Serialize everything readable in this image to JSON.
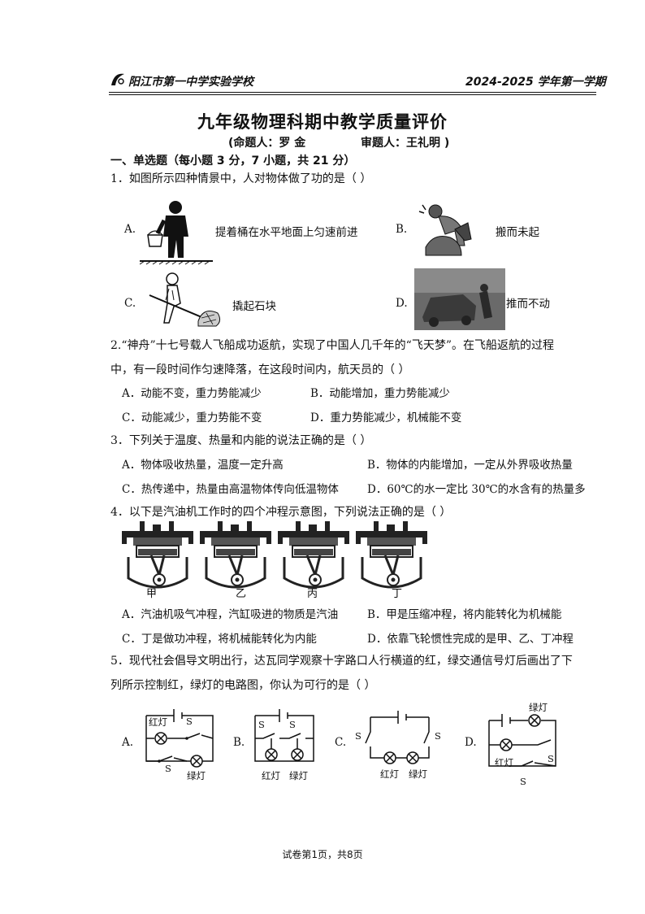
{
  "header": {
    "school": "阳江市第一中学实验学校",
    "term": "2024-2025 学年第一学期"
  },
  "title": "九年级物理科期中教学质量评价",
  "authors": {
    "setter": "(命题人：罗 金",
    "reviewer": "审题人：王礼明 )"
  },
  "section1": "一、单选题（每小题 3 分，7 小题，共 21 分）",
  "q1": {
    "stem": "1．如图所示四种情景中，人对物体做了功的是（      ）",
    "options": [
      {
        "letter": "A.",
        "caption": "提着桶在水平地面上匀速前进"
      },
      {
        "letter": "B.",
        "caption": "搬而未起"
      },
      {
        "letter": "C.",
        "caption": "撬起石块"
      },
      {
        "letter": "D.",
        "caption": "推而不动"
      }
    ]
  },
  "q2": {
    "line1": "2.“神舟”十七号载人飞船成功返航，实现了中国人几千年的“飞天梦”。在飞船返航的过程",
    "line2": "中，有一段时间作匀速降落，在这段时间内，航天员的（              ）",
    "options": [
      "A．动能不变，重力势能减少",
      "B．动能增加，重力势能减少",
      "C．动能减少，重力势能不变",
      "D．重力势能减少，机械能不变"
    ]
  },
  "q3": {
    "stem": "3．下列关于温度、热量和内能的说法正确的是（                ）",
    "options": [
      "A．物体吸收热量，温度一定升高",
      "B．物体的内能增加，一定从外界吸收热量",
      "C．热传递中，热量由高温物体传向低温物体",
      "D．60℃的水一定比 30℃的水含有的热量多"
    ]
  },
  "q4": {
    "stem": "4．以下是汽油机工作时的四个冲程示意图，下列说法正确的是（      ）",
    "labels": [
      "甲",
      "乙",
      "丙",
      "丁"
    ],
    "options": [
      "A．汽油机吸气冲程，汽缸吸进的物质是汽油",
      "B．甲是压缩冲程，将内能转化为机械能",
      "C．丁是做功冲程，将机械能转化为内能",
      "D．依靠飞轮惯性完成的是甲、乙、丁冲程"
    ]
  },
  "q5": {
    "line1": "5．现代社会倡导文明出行，达瓦同学观察十字路口人行横道的红，绿交通信号灯后画出了下",
    "line2": "列所示控制红，绿灯的电路图，你认为可行的是（        ）",
    "letters": [
      "A.",
      "B.",
      "C.",
      "D."
    ],
    "red": "红灯",
    "green": "绿灯",
    "s1": "S",
    "s2": "S"
  },
  "footer": "试卷第1页，共8页"
}
